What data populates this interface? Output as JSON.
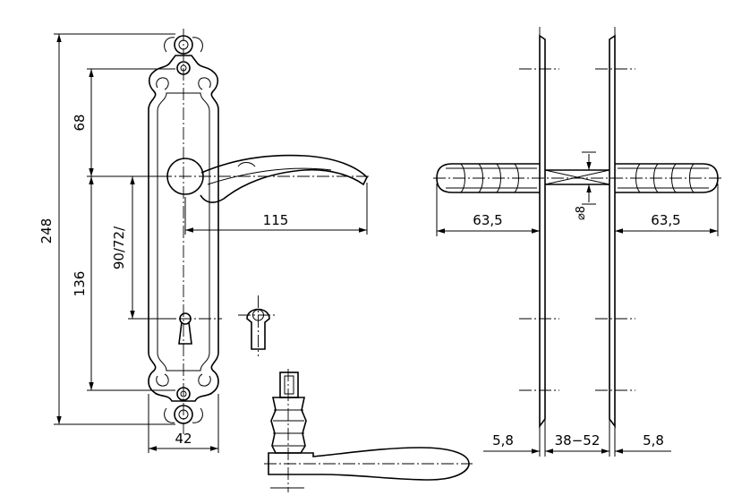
{
  "dimensions": {
    "overall_height": "248",
    "upper_span": "68",
    "lower_span": "136",
    "spindle_to_keyhole": "90/72/",
    "lever_length": "115",
    "plate_width": "42",
    "knob_depth_left": "63,5",
    "knob_depth_right": "63,5",
    "spindle": "⌀8",
    "plate_thickness_left": "5,8",
    "door_thickness": "38−52",
    "plate_thickness_right": "5,8"
  },
  "colors": {
    "line": "#000000",
    "background": "#ffffff"
  }
}
